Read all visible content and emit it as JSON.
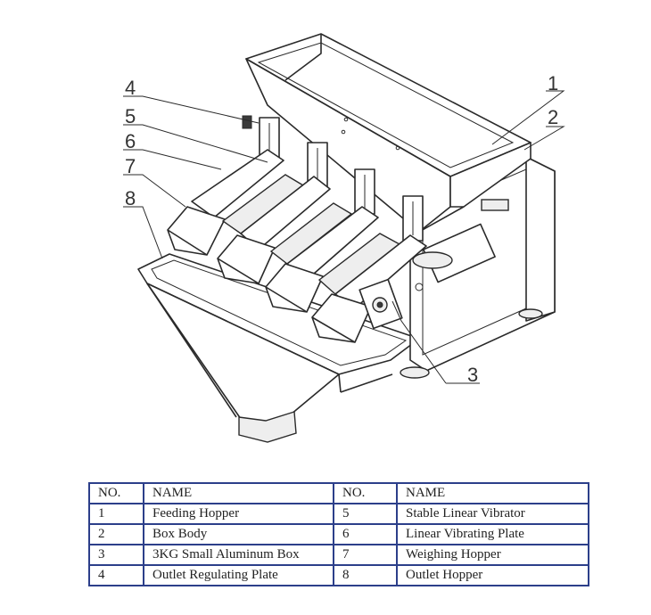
{
  "diagram": {
    "callouts": [
      "1",
      "2",
      "3",
      "4",
      "5",
      "6",
      "7",
      "8"
    ]
  },
  "table": {
    "headers": [
      "NO.",
      "NAME",
      "NO.",
      "NAME"
    ],
    "rows": [
      [
        "1",
        "Feeding Hopper",
        "5",
        "Stable Linear Vibrator"
      ],
      [
        "2",
        "Box Body",
        "6",
        "Linear Vibrating Plate"
      ],
      [
        "3",
        "3KG Small Aluminum Box",
        "7",
        "Weighing Hopper"
      ],
      [
        "4",
        "Outlet Regulating Plate",
        "8",
        "Outlet Hopper"
      ]
    ],
    "border_color": "#2c3f8a"
  }
}
